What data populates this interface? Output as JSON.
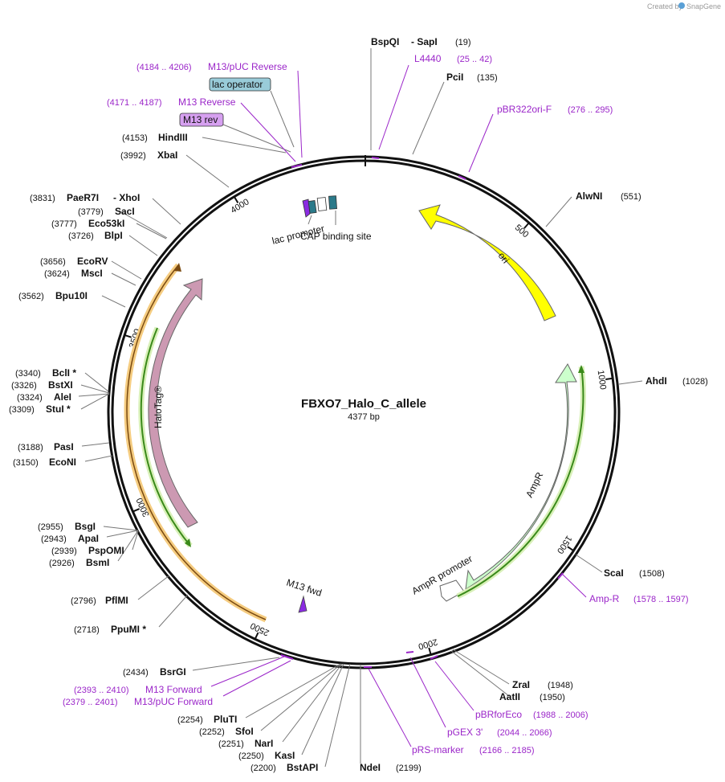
{
  "credit": "Created by",
  "brand": "SnapGene",
  "title": "FBXO7_Halo_C_allele",
  "length": "4377 bp",
  "total_bp": 4377,
  "sites": [
    {
      "name": "BspQI",
      "pos": "",
      "bp": 19
    },
    {
      "name": "- SapI",
      "pos": "(19)",
      "bp": 19
    },
    {
      "name": "PciI",
      "pos": "(135)",
      "bp": 135
    },
    {
      "name": "AlwNI",
      "pos": "(551)",
      "bp": 551
    },
    {
      "name": "AhdI",
      "pos": "(1028)",
      "bp": 1028
    },
    {
      "name": "ScaI",
      "pos": "(1508)",
      "bp": 1508
    },
    {
      "name": "ZraI",
      "pos": "(1948)",
      "bp": 1948
    },
    {
      "name": "AatII",
      "pos": "(1950)",
      "bp": 1950
    },
    {
      "name": "NdeI",
      "pos": "(2199)",
      "bp": 2199
    },
    {
      "name": "BstAPI",
      "pos": "(2200)",
      "bp": 2200
    },
    {
      "name": "KasI",
      "pos": "(2250)",
      "bp": 2250
    },
    {
      "name": "NarI",
      "pos": "(2251)",
      "bp": 2251
    },
    {
      "name": "SfoI",
      "pos": "(2252)",
      "bp": 2252
    },
    {
      "name": "PluTI",
      "pos": "(2254)",
      "bp": 2254
    },
    {
      "name": "BsrGI",
      "pos": "(2434)",
      "bp": 2434
    },
    {
      "name": "PpuMI *",
      "pos": "(2718)",
      "bp": 2718
    },
    {
      "name": "PflMI",
      "pos": "(2796)",
      "bp": 2796
    },
    {
      "name": "BsmI",
      "pos": "(2926)",
      "bp": 2926
    },
    {
      "name": "PspOMI",
      "pos": "(2939)",
      "bp": 2939
    },
    {
      "name": "ApaI",
      "pos": "(2943)",
      "bp": 2943
    },
    {
      "name": "BsgI",
      "pos": "(2955)",
      "bp": 2955
    },
    {
      "name": "EcoNI",
      "pos": "(3150)",
      "bp": 3150
    },
    {
      "name": "PasI",
      "pos": "(3188)",
      "bp": 3188
    },
    {
      "name": "StuI *",
      "pos": "(3309)",
      "bp": 3309
    },
    {
      "name": "AleI",
      "pos": "(3324)",
      "bp": 3324
    },
    {
      "name": "BstXI",
      "pos": "(3326)",
      "bp": 3326
    },
    {
      "name": "BclI *",
      "pos": "(3340)",
      "bp": 3340
    },
    {
      "name": "Bpu10I",
      "pos": "(3562)",
      "bp": 3562
    },
    {
      "name": "MscI",
      "pos": "(3624)",
      "bp": 3624
    },
    {
      "name": "EcoRV",
      "pos": "(3656)",
      "bp": 3656
    },
    {
      "name": "BlpI",
      "pos": "(3726)",
      "bp": 3726
    },
    {
      "name": "Eco53kI",
      "pos": "(3777)",
      "bp": 3777
    },
    {
      "name": "SacI",
      "pos": "(3779)",
      "bp": 3779
    },
    {
      "name": "PaeR7I",
      "pos": "(3831)",
      "bp": 3831
    },
    {
      "name": "- XhoI",
      "pos": "",
      "bp": 3831
    },
    {
      "name": "XbaI",
      "pos": "(3992)",
      "bp": 3992
    },
    {
      "name": "HindIII",
      "pos": "(4153)",
      "bp": 4153
    }
  ],
  "primers": [
    {
      "name": "L4440",
      "pos": "(25 .. 42)",
      "bp": 33
    },
    {
      "name": "pBR322ori-F",
      "pos": "(276 .. 295)",
      "bp": 285
    },
    {
      "name": "Amp-R",
      "pos": "(1578 .. 1597)",
      "bp": 1587
    },
    {
      "name": "pBRforEco",
      "pos": "(1988 .. 2006)",
      "bp": 1997
    },
    {
      "name": "pGEX 3'",
      "pos": "(2044 .. 2066)",
      "bp": 2055
    },
    {
      "name": "pRS-marker",
      "pos": "(2166 .. 2185)",
      "bp": 2175
    },
    {
      "name": "M13/pUC Forward",
      "pos": "(2379 .. 2401)",
      "bp": 2390
    },
    {
      "name": "M13 Forward",
      "pos": "(2393 .. 2410)",
      "bp": 2401
    },
    {
      "name": "M13 Reverse",
      "pos": "(4171 .. 4187)",
      "bp": 4179
    },
    {
      "name": "M13/pUC Reverse",
      "pos": "(4184 .. 4206)",
      "bp": 4195
    }
  ],
  "ticks": [
    "500",
    "1000",
    "1500",
    "2000",
    "2500",
    "3000",
    "3500",
    "4000"
  ],
  "features": {
    "ori": "ori",
    "ampr": "AmpR",
    "ampr_promoter": "AmpR promoter",
    "halotag": "HaloTag®",
    "m13_fwd": "M13 fwd",
    "lac_promoter": "lac promoter",
    "cap_site": "CAP binding site",
    "lac_operator": "lac operator",
    "m13_rev": "M13 rev"
  },
  "colors": {
    "primer": "#9b26c9",
    "ori": "#ffff00",
    "ampr": "#ccffcc",
    "halotag": "#cc99b2",
    "orf_orange": "#f5b84a",
    "orf_green": "#3a8a1a",
    "lac_operator": "#99ccd9"
  }
}
